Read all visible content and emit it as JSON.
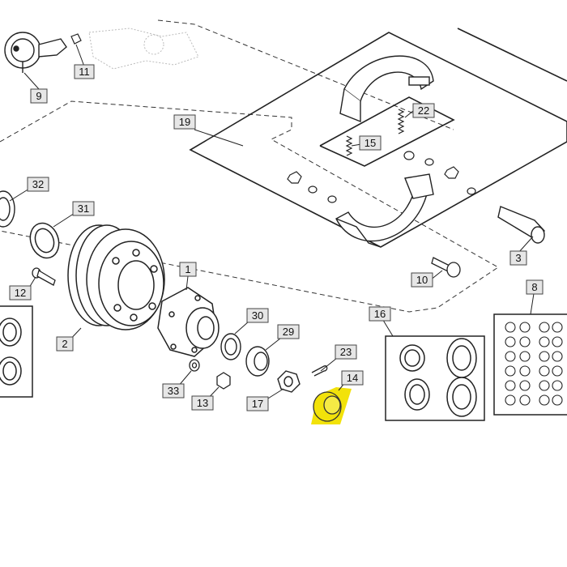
{
  "diagram": {
    "callouts": [
      {
        "id": "c9",
        "text": "9"
      },
      {
        "id": "c11",
        "text": "11"
      },
      {
        "id": "c19",
        "text": "19"
      },
      {
        "id": "c22",
        "text": "22"
      },
      {
        "id": "c15",
        "text": "15"
      },
      {
        "id": "c32",
        "text": "32"
      },
      {
        "id": "c31",
        "text": "31"
      },
      {
        "id": "c12",
        "text": "12"
      },
      {
        "id": "c1",
        "text": "1"
      },
      {
        "id": "c2",
        "text": "2"
      },
      {
        "id": "c3",
        "text": "3"
      },
      {
        "id": "c10",
        "text": "10"
      },
      {
        "id": "c8",
        "text": "8"
      },
      {
        "id": "c16",
        "text": "16"
      },
      {
        "id": "c30",
        "text": "30"
      },
      {
        "id": "c29",
        "text": "29"
      },
      {
        "id": "c23",
        "text": "23"
      },
      {
        "id": "c14",
        "text": "14"
      },
      {
        "id": "c17",
        "text": "17"
      },
      {
        "id": "c33",
        "text": "33"
      },
      {
        "id": "c13",
        "text": "13"
      }
    ],
    "highlight_color": "#f2e20a",
    "line_color": "#222222"
  }
}
